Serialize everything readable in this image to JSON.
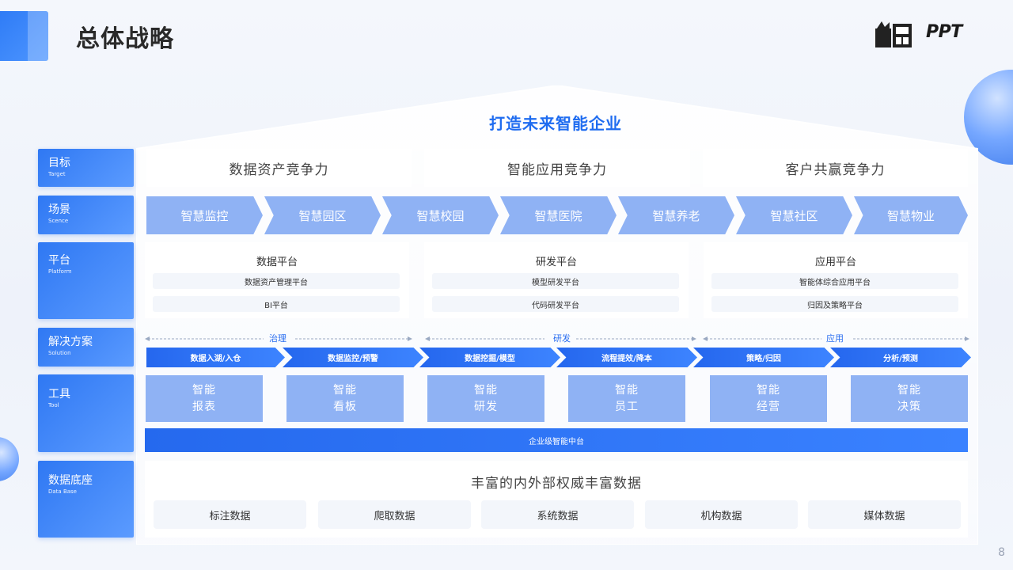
{
  "header": {
    "title": "总体战略",
    "logo_text": "PPT"
  },
  "headline": "打造未来智能企业",
  "rows": {
    "target": {
      "zh": "目标",
      "en": "Target"
    },
    "scene": {
      "zh": "场景",
      "en": "Scence"
    },
    "platform": {
      "zh": "平台",
      "en": "Platform"
    },
    "solution": {
      "zh": "解决方案",
      "en": "Solution"
    },
    "tool": {
      "zh": "工具",
      "en": "Tool"
    },
    "database": {
      "zh": "数据底座",
      "en": "Data Base"
    }
  },
  "targets": [
    "数据资产竞争力",
    "智能应用竞争力",
    "客户共赢竞争力"
  ],
  "scenes": [
    "智慧监控",
    "智慧园区",
    "智慧校园",
    "智慧医院",
    "智慧养老",
    "智慧社区",
    "智慧物业"
  ],
  "platforms": [
    {
      "title": "数据平台",
      "items": [
        "数据资产管理平台",
        "BI平台"
      ]
    },
    {
      "title": "研发平台",
      "items": [
        "模型研发平台",
        "代码研发平台"
      ]
    },
    {
      "title": "应用平台",
      "items": [
        "智能体综合应用平台",
        "归因及策略平台"
      ]
    }
  ],
  "phases": [
    "治理",
    "研发",
    "应用"
  ],
  "solutions": [
    "数据入湖/入仓",
    "数据监控/预警",
    "数据挖掘/模型",
    "流程提效/降本",
    "策略/归因",
    "分析/预测"
  ],
  "tools": [
    {
      "line1": "智能",
      "line2": "报表"
    },
    {
      "line1": "智能",
      "line2": "看板"
    },
    {
      "line1": "智能",
      "line2": "研发"
    },
    {
      "line1": "智能",
      "line2": "员工"
    },
    {
      "line1": "智能",
      "line2": "经营"
    },
    {
      "line1": "智能",
      "line2": "决策"
    }
  ],
  "middle_platform": "企业级智能中台",
  "database": {
    "title": "丰富的内外部权威丰富数据",
    "items": [
      "标注数据",
      "爬取数据",
      "系统数据",
      "机构数据",
      "媒体数据"
    ]
  },
  "page_number": "8",
  "colors": {
    "primary": "#2f78f3",
    "light_blue": "#8fb2f4",
    "headline": "#1f6cf0"
  }
}
